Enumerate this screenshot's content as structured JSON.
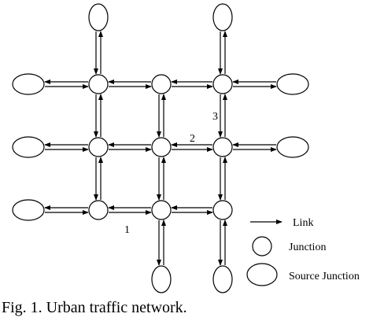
{
  "caption": "Fig. 1.  Urban traffic network.",
  "link_labels": [
    "1",
    "2",
    "3"
  ],
  "legend": {
    "link": "Link",
    "junction": "Junction",
    "source_junction": "Source Junction"
  },
  "colors": {
    "stroke": "#000000",
    "fill": "#ffffff"
  }
}
